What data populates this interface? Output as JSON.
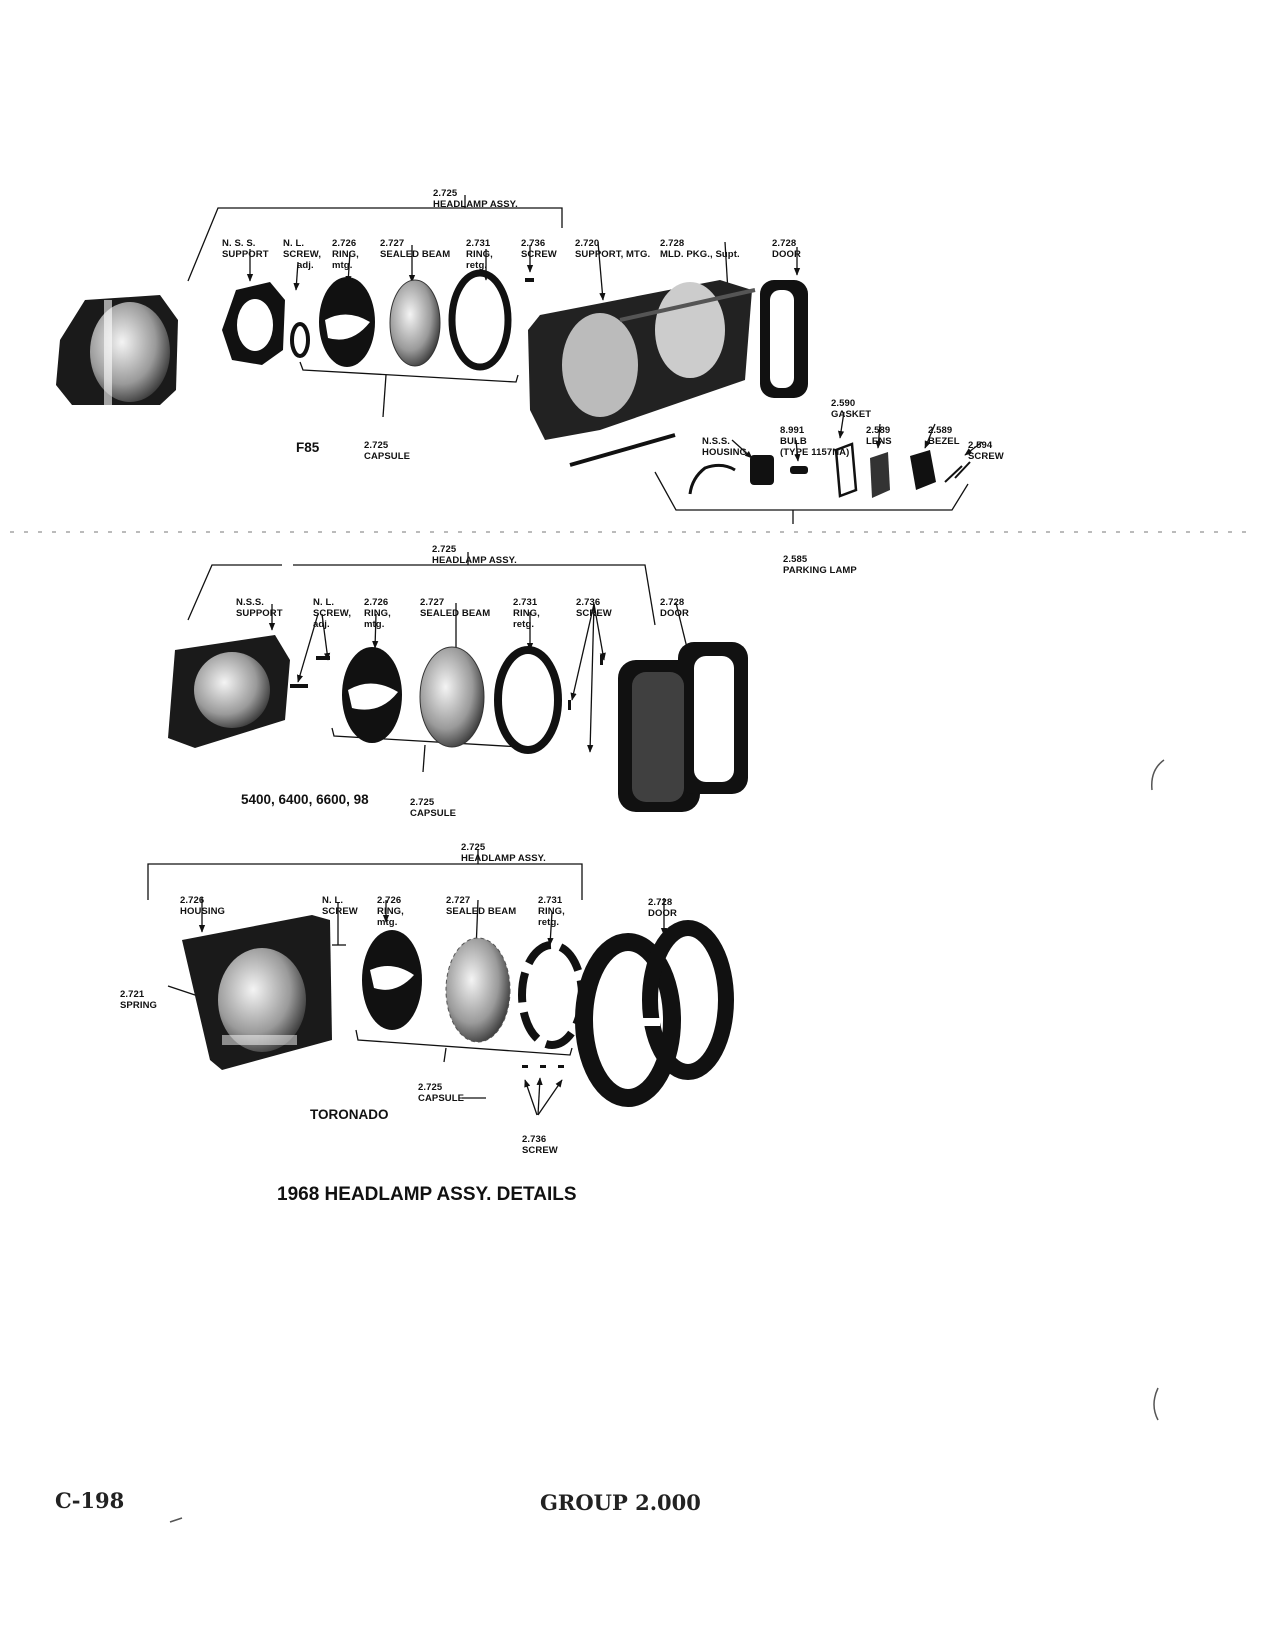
{
  "document": {
    "title": "1968 HEADLAMP ASSY. DETAILS",
    "page_number": "C-198",
    "group": "GROUP 2.000"
  },
  "f85": {
    "name": "F85",
    "headlamp_assy": [
      "2.725",
      "HEADLAMP ASSY."
    ],
    "nss_support": [
      "N. S. S.",
      "SUPPORT"
    ],
    "nl_screw": [
      "N. L.",
      "SCREW,",
      "adj."
    ],
    "ring_mtg": [
      "2.726",
      "RING,",
      "mtg."
    ],
    "sealed_beam": [
      "2.727",
      "SEALED BEAM"
    ],
    "ring_retg": [
      "2.731",
      "RING,",
      "retg."
    ],
    "screw": [
      "2.736",
      "SCREW"
    ],
    "support_mtg": [
      "2.720",
      "SUPPORT, MTG."
    ],
    "mld_pkg": [
      "2.728",
      "MLD. PKG., Supt."
    ],
    "door": [
      "2.728",
      "DOOR"
    ],
    "capsule": [
      "2.725",
      "CAPSULE"
    ],
    "gasket": [
      "2.590",
      "GASKET"
    ],
    "bulb": [
      "8.991",
      "BULB",
      "(TYPE 1157NA)"
    ],
    "nss_housing": [
      "N.S.S.",
      "HOUSING"
    ],
    "lens": [
      "2.589",
      "LENS"
    ],
    "bezel": [
      "2.589",
      "BEZEL"
    ],
    "screw2": [
      "2.594",
      "SCREW"
    ],
    "parking_lamp": [
      "2.585",
      "PARKING LAMP"
    ]
  },
  "std": {
    "name": "5400, 6400, 6600, 98",
    "headlamp_assy": [
      "2.725",
      "HEADLAMP ASSY."
    ],
    "nss_support": [
      "N.S.S.",
      "SUPPORT"
    ],
    "nl_screw": [
      "N. L.",
      "SCREW,",
      "adj."
    ],
    "ring_mtg": [
      "2.726",
      "RING,",
      "mtg."
    ],
    "sealed_beam": [
      "2.727",
      "SEALED BEAM"
    ],
    "ring_retg": [
      "2.731",
      "RING,",
      "retg."
    ],
    "screw": [
      "2.736",
      "SCREW"
    ],
    "door": [
      "2.728",
      "DOOR"
    ],
    "capsule": [
      "2.725",
      "CAPSULE"
    ]
  },
  "toronado": {
    "name": "TORONADO",
    "headlamp_assy": [
      "2.725",
      "HEADLAMP ASSY."
    ],
    "housing": [
      "2.726",
      "HOUSING"
    ],
    "nl_screw": [
      "N. L.",
      "SCREW"
    ],
    "ring_mtg": [
      "2.726",
      "RING,",
      "mtg."
    ],
    "sealed_beam": [
      "2.727",
      "SEALED BEAM"
    ],
    "ring_retg": [
      "2.731",
      "RING,",
      "retg."
    ],
    "door": [
      "2.728",
      "DOOR"
    ],
    "spring": [
      "2.721",
      "SPRING"
    ],
    "capsule": [
      "2.725",
      "CAPSULE"
    ],
    "screw": [
      "2.736",
      "SCREW"
    ]
  }
}
